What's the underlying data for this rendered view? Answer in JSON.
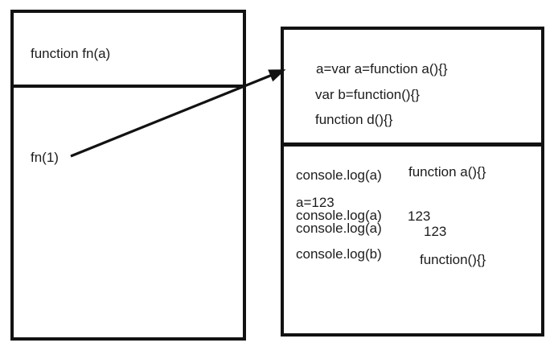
{
  "canvas": {
    "background_color": "#ffffff",
    "ink_color": "#121212",
    "text_color": "#1c1c1c"
  },
  "left_box": {
    "header": "function fn(a)",
    "call": "fn(1)"
  },
  "right_box": {
    "top_section": {
      "lines": [
        "a=var a=function a(){}",
        "var b=function(){}",
        "function d(){}"
      ]
    },
    "bottom_section": {
      "rows": [
        {
          "code": "console.log(a)",
          "output": "function a(){}"
        },
        {
          "code": "a=123",
          "output": ""
        },
        {
          "code": "console.log(a)",
          "output": "123"
        },
        {
          "code": "console.log(a)",
          "output": "123"
        },
        {
          "code": "console.log(b)",
          "output": "function(){}"
        }
      ]
    }
  },
  "connector": {
    "from_label": "fn(1)",
    "to": "right box top section"
  }
}
